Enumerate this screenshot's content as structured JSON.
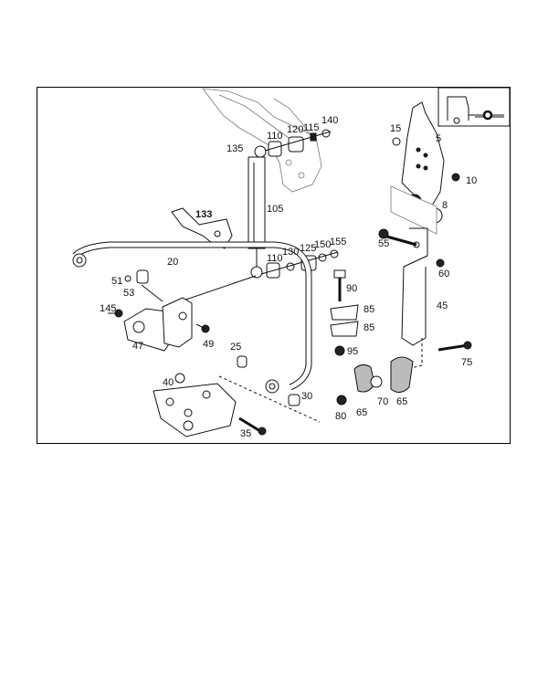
{
  "diagram": {
    "labels": {
      "p5": "5",
      "p8": "8",
      "p10": "10",
      "p15": "15",
      "p20": "20",
      "p25": "25",
      "p30": "30",
      "p35": "35",
      "p40": "40",
      "p45": "45",
      "p47": "47",
      "p49": "49",
      "p51": "51",
      "p53": "53",
      "p55": "55",
      "p60": "60",
      "p65a": "65",
      "p65b": "65",
      "p70": "70",
      "p75": "75",
      "p80": "80",
      "p85a": "85",
      "p85b": "85",
      "p90": "90",
      "p95": "95",
      "p105": "105",
      "p110a": "110",
      "p110b": "110",
      "p115": "115",
      "p120": "120",
      "p125": "125",
      "p130": "130",
      "p133": "133",
      "p135": "135",
      "p140": "140",
      "p145": "145",
      "p150": "150",
      "p155": "155"
    }
  }
}
